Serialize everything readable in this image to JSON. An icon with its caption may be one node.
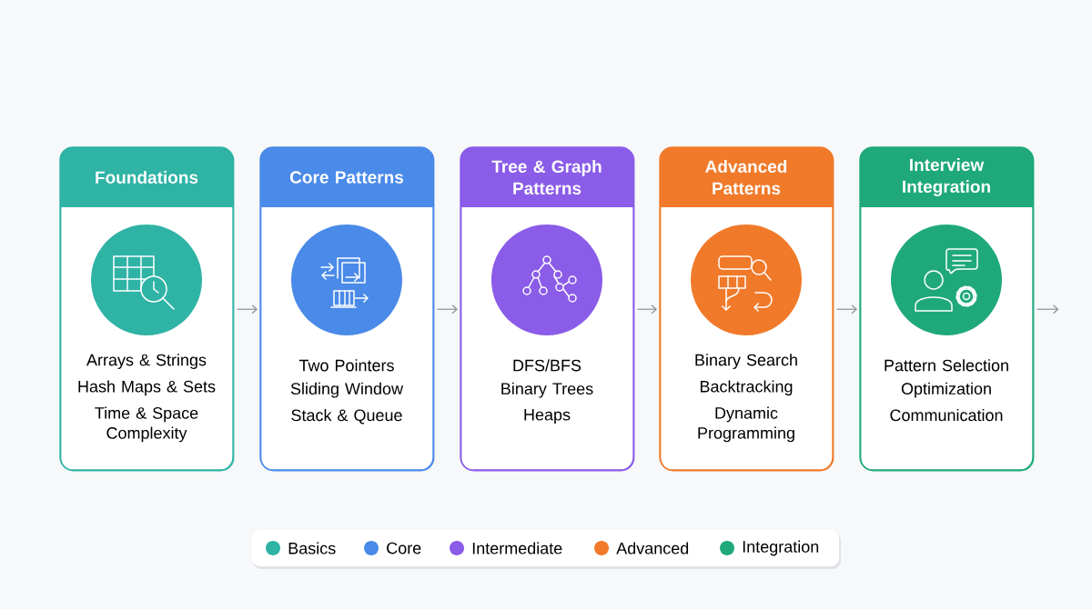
{
  "diagram": {
    "nodes": [
      {
        "text": [
          "Foundations",
          "Arrays & Strings",
          "Hash Maps & Sets",
          "Time & Space Complexity"
        ]
      },
      {
        "text": [
          "Core Patterns",
          "Two Pointers",
          "Sliding Window",
          "Stack & Queue"
        ]
      },
      {
        "text": [
          "Tree & Graph Patterns",
          "DFS/BFS",
          "Binary Trees",
          "Heaps"
        ]
      },
      {
        "text": [
          "Advanced Patterns",
          "Binary Search",
          "Backtracking",
          "Dynamic Programming"
        ]
      },
      {
        "text": [
          "Interview Integration",
          "Pattern Selection",
          "Optimization",
          "Communication"
        ]
      }
    ],
    "edges": [
      {
        "from": 0,
        "to": 1,
        "arrow": "to"
      },
      {
        "from": 1,
        "to": 2,
        "arrow": "to"
      },
      {
        "from": 2,
        "to": 3,
        "arrow": "to"
      },
      {
        "from": 3,
        "to": 4,
        "arrow": "to"
      },
      {
        "from": 4,
        "to": null,
        "arrow": "to"
      }
    ],
    "legend": [
      {
        "text": "Basics",
        "color": "#2fb3a5"
      },
      {
        "text": "Core",
        "color": "#4a8ae8"
      },
      {
        "text": "Intermediate",
        "color": "#8a5ce8"
      },
      {
        "text": "Advanced",
        "color": "#f07a2a"
      },
      {
        "text": "Integration",
        "color": "#1fa97a"
      }
    ]
  }
}
